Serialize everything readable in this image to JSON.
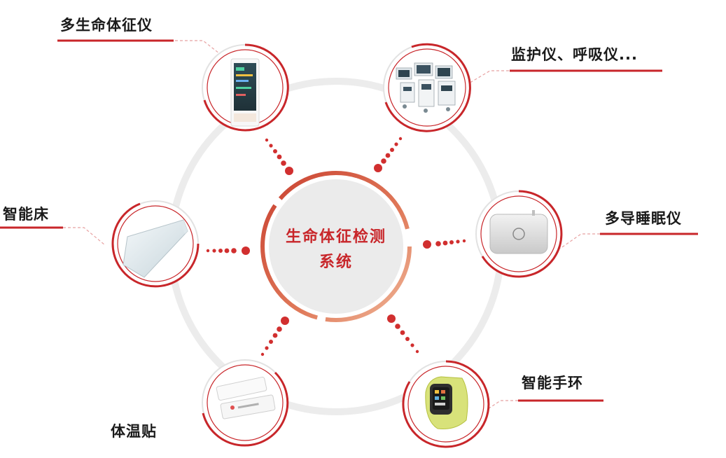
{
  "center": {
    "line1": "生命体征检测",
    "line2": "系统"
  },
  "devices": [
    {
      "id": "multi-vital-monitor",
      "label": "多生命体征仪"
    },
    {
      "id": "monitor-ventilator",
      "label": "监护仪、呼吸仪..."
    },
    {
      "id": "smart-bed",
      "label": "智能床"
    },
    {
      "id": "sleep-monitor",
      "label": "多导睡眠仪"
    },
    {
      "id": "temperature-patch",
      "label": "体温贴"
    },
    {
      "id": "smart-band",
      "label": "智能手环"
    }
  ],
  "colors": {
    "accent": "#c8262a",
    "ring_gray": "#e9e9e9",
    "center_fill": "#ececec",
    "dots": "#d12f2f",
    "dotted_line": "#e8a2a2"
  }
}
